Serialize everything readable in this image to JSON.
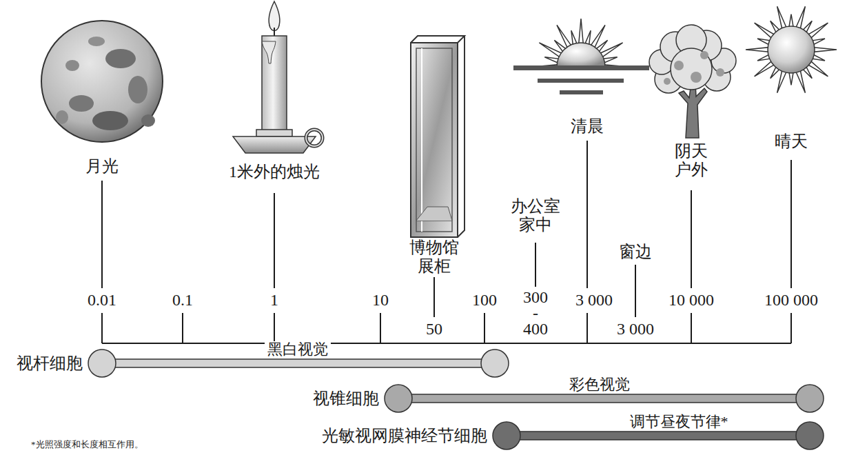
{
  "diagram": {
    "nodes": [
      {
        "text": [
          "视杆细胞",
          "黑白视觉"
        ]
      },
      {
        "text": [
          "视锥细胞",
          "彩色视觉"
        ]
      },
      {
        "text": [
          "光敏视网膜神经节细胞",
          "调节昼夜节律*"
        ]
      }
    ],
    "labels": [
      "月光",
      "1米外的烛光",
      "博物馆 展柜",
      "办公室 家中",
      "清晨",
      "窗边",
      "阴天 户外",
      "晴天",
      "0.01",
      "0.1",
      "1",
      "10",
      "50",
      "100",
      "300 - 400",
      "3 000",
      "3 000",
      "10 000",
      "100 000",
      "*光照强度和长度相互作用。"
    ]
  }
}
